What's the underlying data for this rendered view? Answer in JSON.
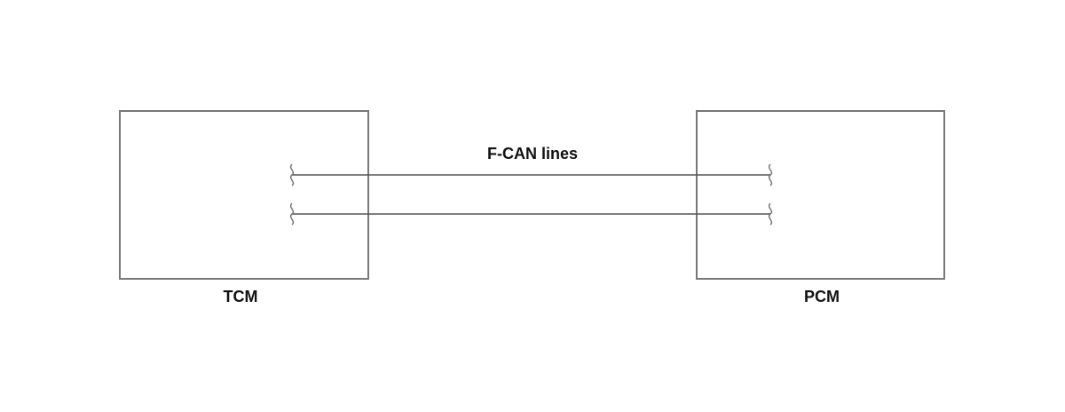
{
  "modules": {
    "left": {
      "name": "TCM"
    },
    "right": {
      "name": "PCM"
    }
  },
  "bus": {
    "label": "F-CAN lines"
  }
}
